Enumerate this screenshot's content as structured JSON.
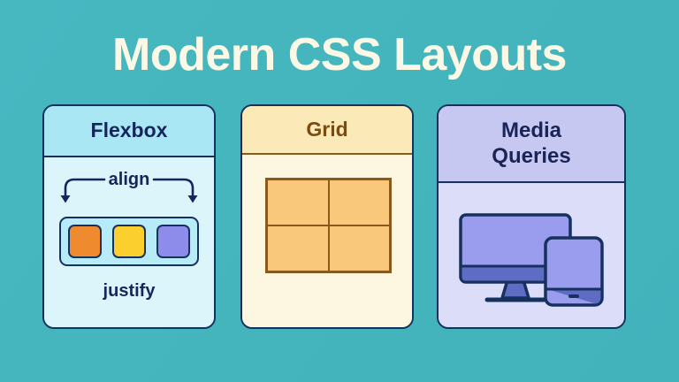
{
  "title": "Modern CSS Layouts",
  "theme": {
    "background_teal": "#45b5bd",
    "title_color": "#fbf8e6",
    "navy_ink": "#16255c",
    "brown_ink": "#7a4a10"
  },
  "cards": [
    {
      "id": "flexbox",
      "title": "Flexbox",
      "header_bg": "#a9e7f4",
      "body_bg": "#dbf5fb",
      "border_color": "#17315f",
      "text_color": "#16255c",
      "align_label": "align",
      "justify_label": "justify",
      "container_bg": "#b7ebf7",
      "items": [
        {
          "name": "item-orange",
          "color": "#f08a2e"
        },
        {
          "name": "item-yellow",
          "color": "#fbd02e"
        },
        {
          "name": "item-purple",
          "color": "#8e8ceb"
        }
      ]
    },
    {
      "id": "grid",
      "title": "Grid",
      "header_bg": "#fbeab7",
      "body_bg": "#fdf6e0",
      "border_color": "#8a5a1c",
      "text_color": "#7a4a10",
      "cell_color": "#f9c87a",
      "columns": 2,
      "rows": 2,
      "cells": [
        "cell-1",
        "cell-2",
        "cell-3",
        "cell-4"
      ]
    },
    {
      "id": "media",
      "title_line1": "Media",
      "title_line2": "Queries",
      "header_bg": "#c6c8f1",
      "body_bg": "#dcddf8",
      "border_color": "#17315f",
      "text_color": "#1a2456",
      "devices": [
        {
          "name": "desktop-monitor",
          "screen_color": "#9a9cee",
          "chin_color": "#5e6cc4"
        },
        {
          "name": "tablet",
          "screen_color": "#9a9cee",
          "chin_color": "#5e6cc4"
        }
      ]
    }
  ]
}
